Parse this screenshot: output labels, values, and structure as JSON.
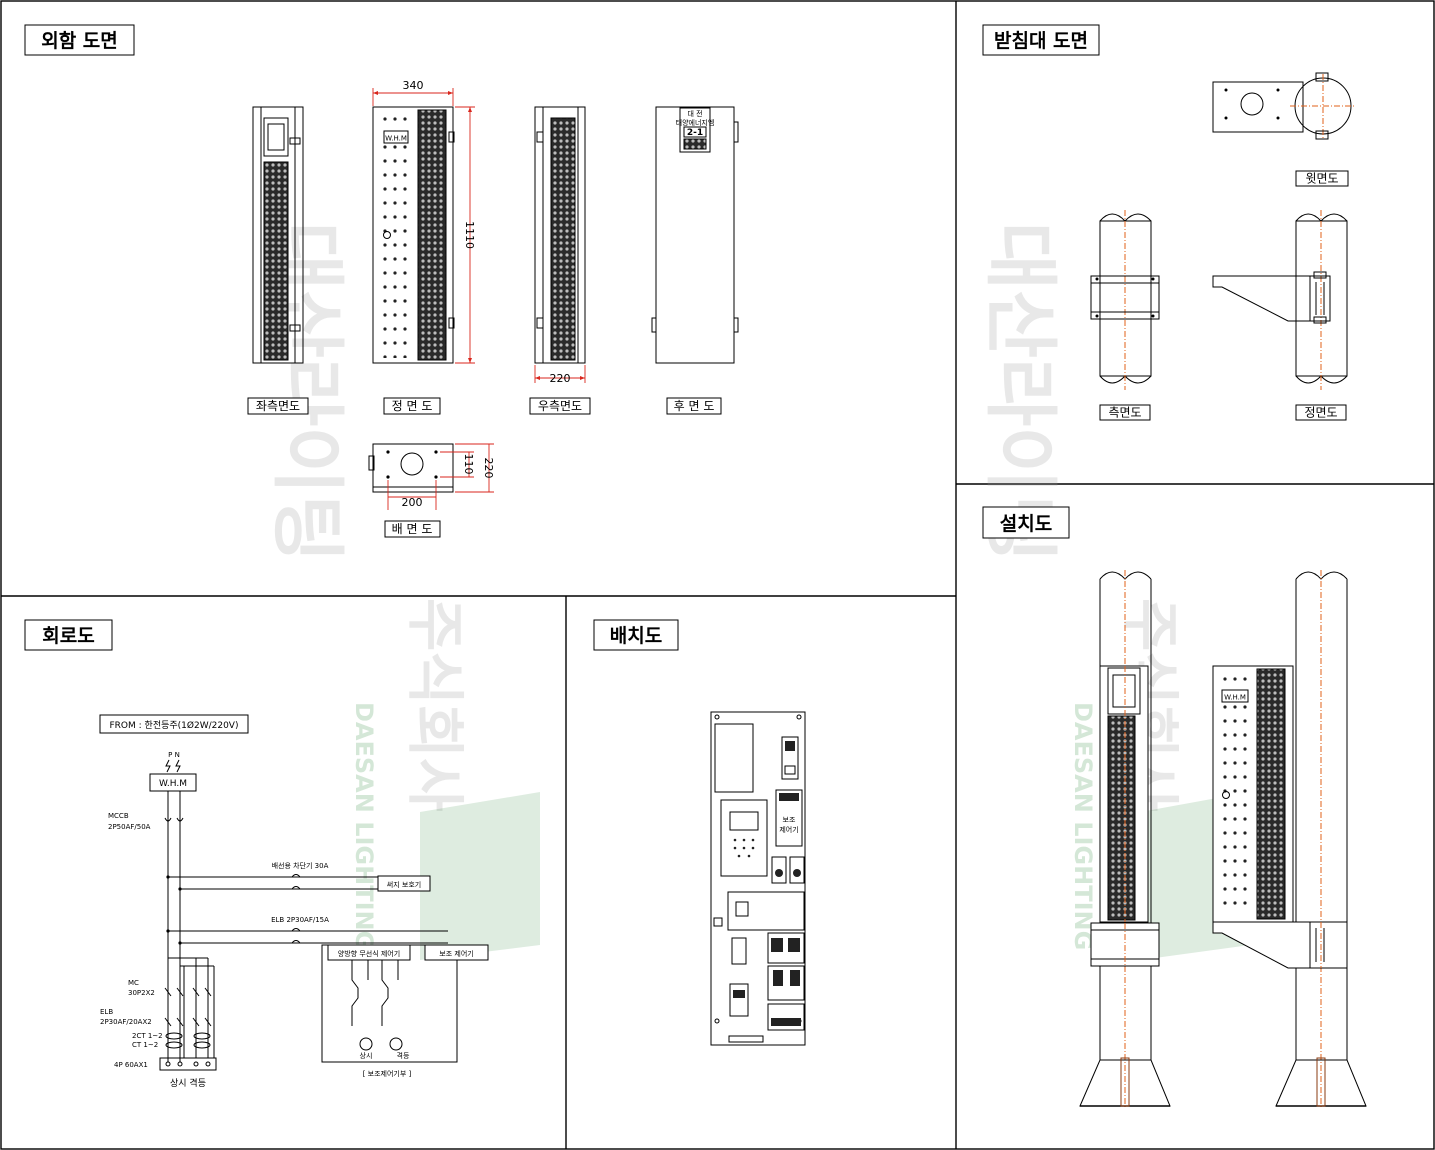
{
  "sections": {
    "enclosure": {
      "title": "외함 도면",
      "views": {
        "left": "좌측면도",
        "front": "정 면 도",
        "right": "우측면도",
        "rear": "후 면 도",
        "back": "배 면 도"
      },
      "dims": {
        "width": "340",
        "height": "1110",
        "depth": "220",
        "back_w": "200",
        "back_h1": "110",
        "back_h2": "220"
      },
      "meter_label": "W.H.M",
      "rear_plate": {
        "line1": "대 전",
        "line2": "태양에너지엠",
        "line3": "2-1"
      }
    },
    "bracket": {
      "title": "받침대 도면",
      "views": {
        "top": "윗면도",
        "side": "측면도",
        "front": "정면도"
      }
    },
    "install": {
      "title": "설치도",
      "meter_label": "W.H.M"
    },
    "circuit": {
      "title": "회로도",
      "source": "FROM : 한전등주(1Ø2W/220V)",
      "pn": "P  N",
      "whm": "W.H.M",
      "mccb": [
        "MCCB",
        "2P50AF/50A"
      ],
      "breaker": "배선용 차단기 30A",
      "surge": "써지 보호기",
      "elb_main": "ELB 2P30AF/15A",
      "wireless": "양방향 무선식 제어기",
      "aux": "보조 제어기",
      "mc": [
        "MC",
        "30P2X2"
      ],
      "elb": [
        "ELB",
        "2P30AF/20AX2"
      ],
      "ct": [
        "2CT 1~2",
        "CT 1~2"
      ],
      "terminal": "4P 60AX1",
      "outputs": "상시   격등",
      "aux_section": "[ 보조제어기부 ]",
      "mc1": "상시",
      "mc2": "격등"
    },
    "layout": {
      "title": "배치도",
      "aux_label": [
        "보조",
        "제어기"
      ]
    }
  },
  "watermark": {
    "main": "대산라이팅",
    "company": "주식회사",
    "en": "DAESAN LIGHTING"
  },
  "colors": {
    "dimension": "#d9261c",
    "centerline": "#e0601a",
    "watermark_green": "#2f8a3c"
  }
}
